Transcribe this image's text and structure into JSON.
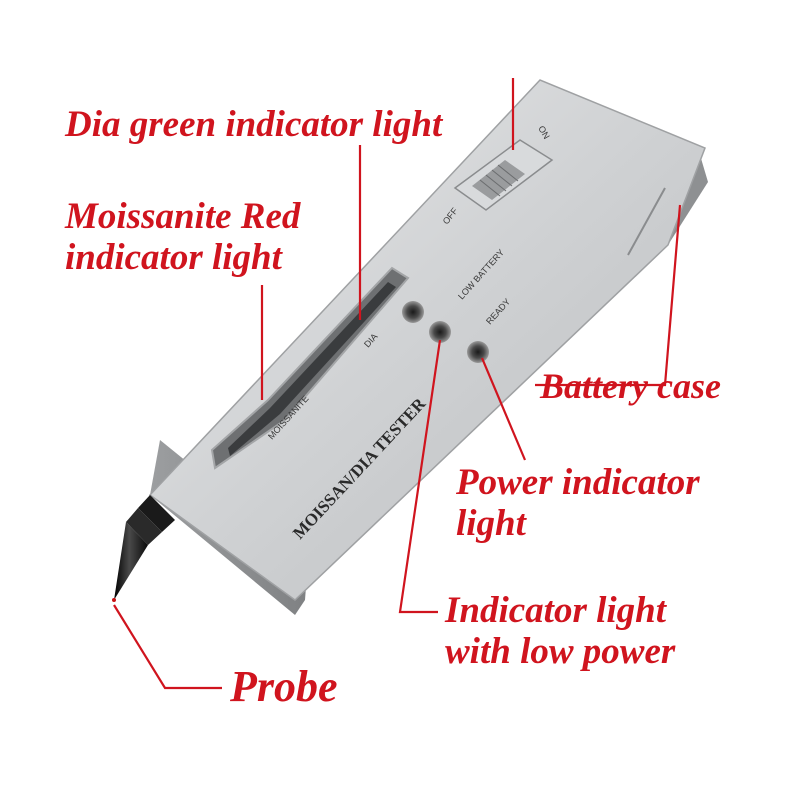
{
  "callouts": {
    "dia_green": "Dia green indicator light",
    "moissanite_red_line1": "Moissanite Red",
    "moissanite_red_line2": "indicator light",
    "battery_case": "Battery case",
    "power_indicator_line1": "Power indicator",
    "power_indicator_line2": "light",
    "low_power_line1": "Indicator light",
    "low_power_line2": "with low power",
    "probe": "Probe"
  },
  "device": {
    "brand": "MOISSAN/DIA TESTER",
    "switch_off": "OFF",
    "switch_on": "ON",
    "scale_moissanite": "MOISSANITE",
    "scale_dia": "DIA",
    "low_battery": "LOW BATTERY",
    "ready": "READY"
  },
  "colors": {
    "callout_text": "#d0141e",
    "leader_line": "#d0141e",
    "device_body": "#c9cbcd",
    "probe_tip": "#1a1a1a"
  }
}
